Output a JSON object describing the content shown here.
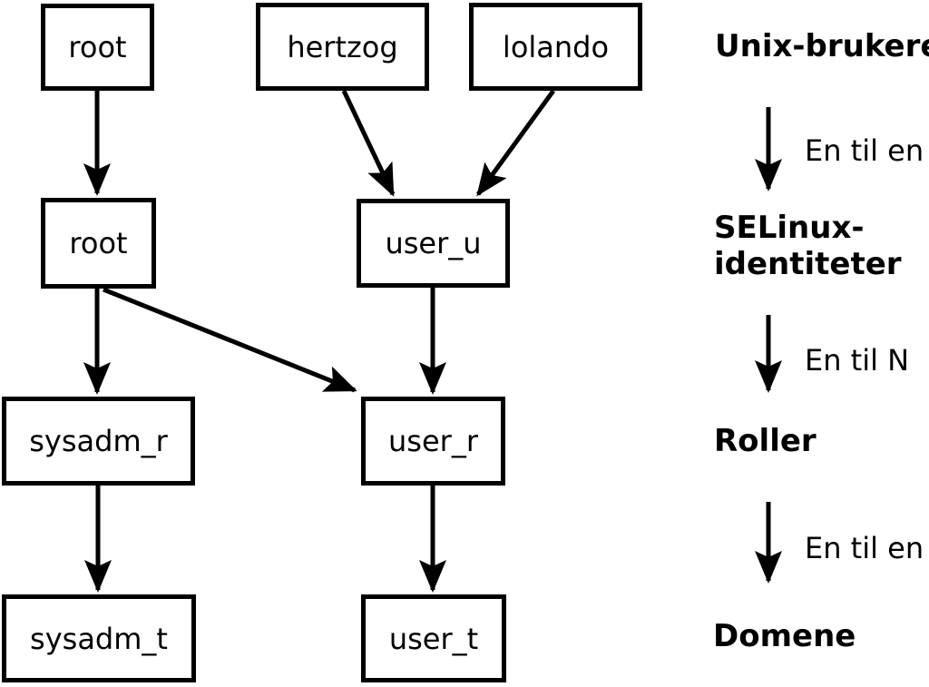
{
  "diagram": {
    "nodes": {
      "unix_root": "root",
      "unix_hertzog": "hertzog",
      "unix_lolando": "lolando",
      "selinux_root": "root",
      "selinux_user_u": "user_u",
      "role_sysadm_r": "sysadm_r",
      "role_user_r": "user_r",
      "domain_sysadm_t": "sysadm_t",
      "domain_user_t": "user_t"
    },
    "legend": {
      "unix_users": "Unix-brukere",
      "one_to_one_1": "En til en",
      "selinux_line1": "SELinux-",
      "selinux_line2": "identiteter",
      "one_to_n": "En til N",
      "roles": "Roller",
      "one_to_one_2": "En til en",
      "domains": "Domene"
    },
    "colors": {
      "foreground": "#000000",
      "background": "#ffffff"
    }
  }
}
